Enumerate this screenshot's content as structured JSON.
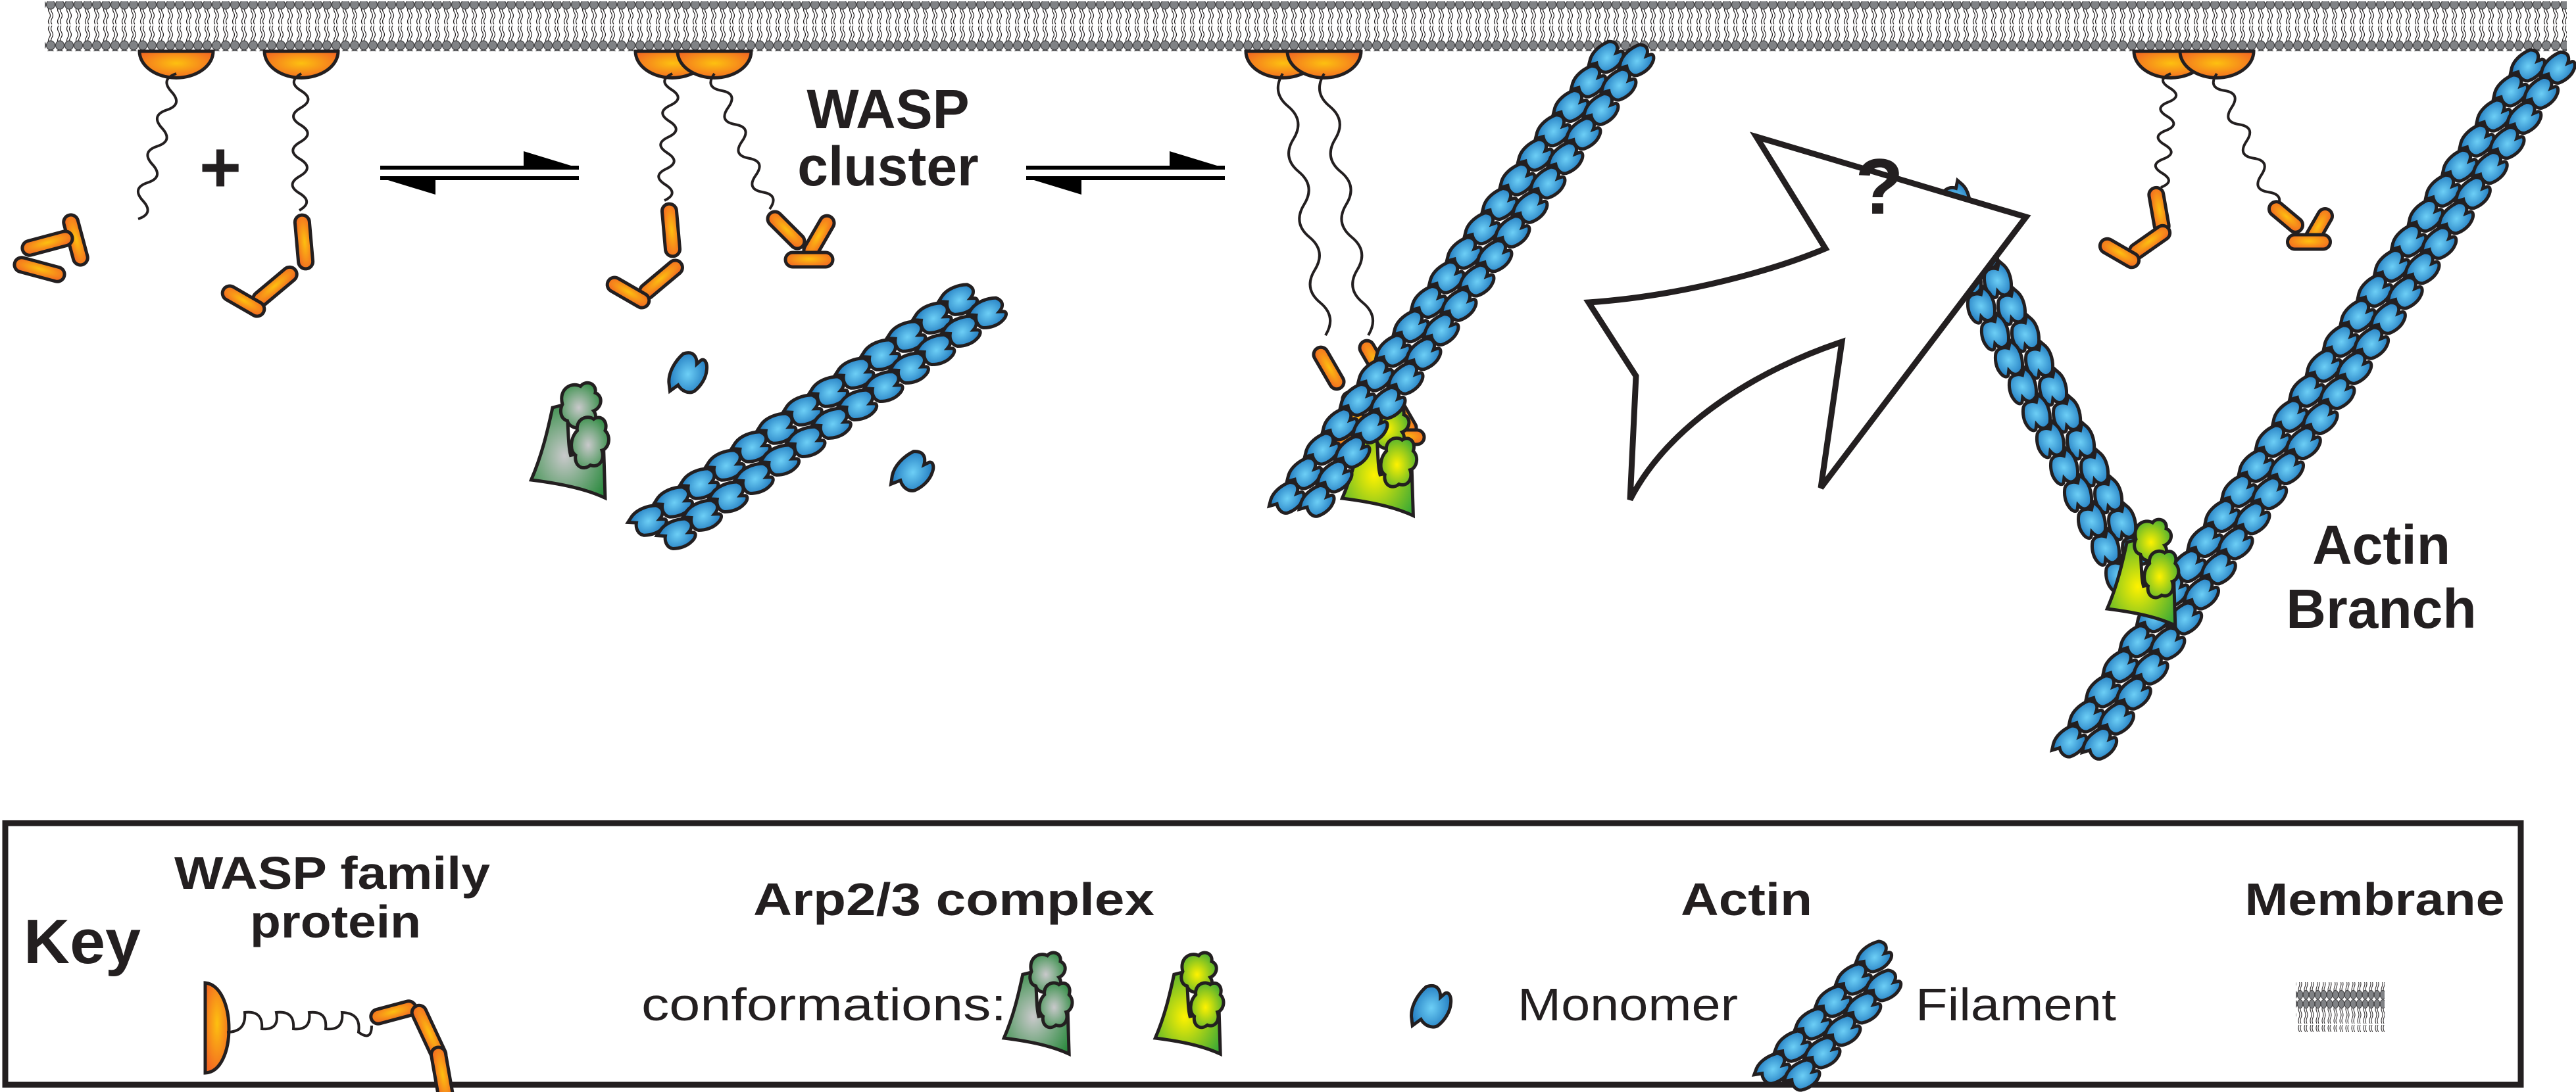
{
  "figure": {
    "labels": {
      "plus": "+",
      "wasp_cluster_line1": "WASP",
      "wasp_cluster_line2": "cluster",
      "question": "?",
      "actin_branch_line1": "Actin",
      "actin_branch_line2": "Branch"
    },
    "stages": [
      {
        "name": "free-wasp",
        "description": "Two separate WASP family proteins at membrane"
      },
      {
        "name": "wasp-cluster",
        "description": "Clustered WASP with free Arp2/3 complex, actin monomers and filament"
      },
      {
        "name": "wasp-arp23-filament",
        "description": "WASP cluster engaging activated Arp2/3 complex on mother filament"
      },
      {
        "name": "actin-branch",
        "description": "Branched actin filament with Arp2/3 at branch point"
      }
    ]
  },
  "key": {
    "title": "Key",
    "wasp": {
      "line1": "WASP family",
      "line2": "protein"
    },
    "arp23": {
      "heading": "Arp2/3 complex",
      "conformations_label": "conformations:"
    },
    "actin": {
      "heading": "Actin",
      "monomer_label": "Monomer",
      "filament_label": "Filament"
    },
    "membrane": {
      "heading": "Membrane"
    }
  },
  "colors": {
    "membrane_head": "#808285",
    "wasp_orange": "#f37021",
    "wasp_yellow": "#fdb913",
    "actin_blue": "#1b75bc",
    "actin_light": "#6dcff6",
    "arp_inactive": "#2a8c3c",
    "arp_inactive_center": "#c7c8ca",
    "arp_active": "#39a935",
    "arp_active_center": "#fff200",
    "outline": "#231f20"
  }
}
